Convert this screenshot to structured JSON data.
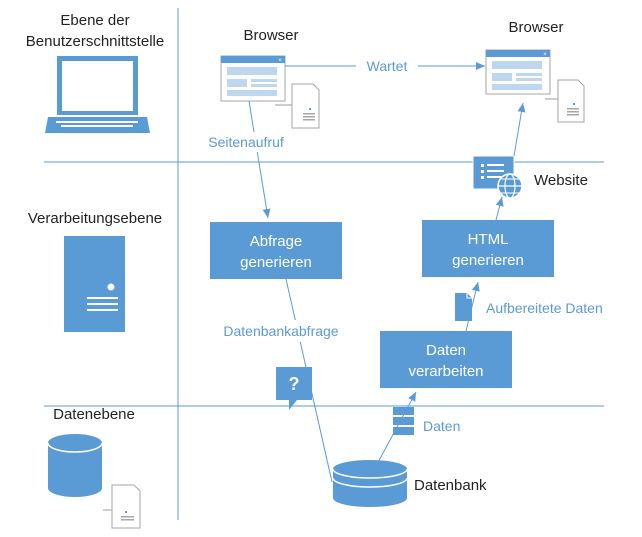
{
  "colors": {
    "accent": "#5B9BD5",
    "line": "#5B9BD5",
    "text": "#222222",
    "on_accent": "#ffffff"
  },
  "tiers": {
    "ui": {
      "line1": "Ebene der",
      "line2": "Benutzerschnittstelle",
      "icon": "laptop-icon"
    },
    "processing": {
      "label": "Verarbeitungsebene",
      "icon": "server-icon"
    },
    "data": {
      "label": "Datenebene",
      "icon": "database-icon"
    }
  },
  "browser_left": {
    "label": "Browser",
    "icon": "browser-window-icon"
  },
  "browser_right": {
    "label": "Browser",
    "icon": "browser-window-icon"
  },
  "website": {
    "label": "Website",
    "icon": "web-globe-icon"
  },
  "nodes": {
    "query": {
      "line1": "Abfrage",
      "line2": "generieren"
    },
    "html": {
      "line1": "HTML",
      "line2": "generieren"
    },
    "process": {
      "line1": "Daten",
      "line2": "verarbeiten"
    },
    "database": {
      "label": "Datenbank",
      "icon": "database-icon"
    }
  },
  "edges": {
    "wait": "Wartet",
    "page_request": "Seitenaufruf",
    "db_query": "Datenbankabfrage",
    "prepared_data": "Aufbereitete Daten",
    "data": "Daten"
  },
  "icons": {
    "question": "?",
    "query_bubble": "question-bubble-icon",
    "document": "document-icon",
    "data_stack": "data-stack-icon"
  }
}
